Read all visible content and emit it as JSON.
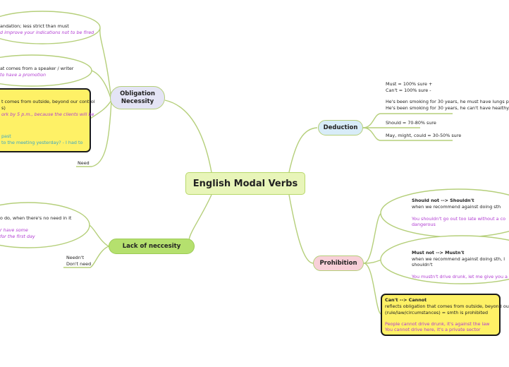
{
  "central": {
    "label": "English Modal Verbs"
  },
  "obligation": {
    "label_line1": "Obligation",
    "label_line2": "Necessity",
    "bubble1": {
      "line1": "andation; less strict than must",
      "line2": "d improve your indications not to be fired"
    },
    "bubble2": {
      "line1": "at comes from a speaker / writer",
      "line2": "to have a promotion"
    },
    "card": {
      "line1": "t comes from outside, beyond our control",
      "line2": "s)",
      "line3": "ork by 5 p.m., because the clients will be",
      "line4": "past",
      "line5": "to the meeting yesterday? - I had to"
    },
    "need_label": "Need"
  },
  "deduction": {
    "label": "Deduction",
    "group1": {
      "line1": "Must = 100% sure +",
      "line2": "Can't = 100% sure -",
      "line3": "He's been smoking for 30 years, he must have lungs p",
      "line4": "He's been smoking for 30 years, he can't have healthy"
    },
    "should": "Should = 70-80% sure",
    "may": "May, might, could = 30-50% sure"
  },
  "lack": {
    "label": "Lack of neccesity",
    "bubble": {
      "line1": "o do, when there's no need in it",
      "line2": "r have some",
      "line3": "for the first day"
    },
    "neednt_line1": "Needn't",
    "neednt_line2": "Don't need"
  },
  "prohibition": {
    "label": "Prohibition",
    "bubble1": {
      "title": "Should not --> Shouldn't",
      "line1": "when we recommend against doing sth",
      "ex1": "You shouldn't go out too late without a co",
      "ex2": "dangerous"
    },
    "bubble2": {
      "title": "Must not --> Mustn't",
      "line1": "when we recommend against doing sth, l",
      "line2": "shouldn't",
      "ex1": "You mustn't drive drunk, let me give you a"
    },
    "card": {
      "title": "Can't --> Cannot",
      "line1": "reflects obligation that comes from outside, beyond ou",
      "line2": "(rule/law/circumstances) = smth is prohibited",
      "ex1": "People cannot drive drunk, it's against the law",
      "ex2": "You cannot drive here, it's a private sector"
    }
  },
  "colors": {
    "obligation": "#e4e4f5",
    "deduction": "#d8ecf8",
    "lack": "#b5e06e",
    "prohibition": "#f8cfd8",
    "central": "#e8f5b9",
    "edge": "#b5cf7a",
    "card": "#fef166",
    "example_purple": "#b13cd2",
    "example_teal": "#3aa6c4"
  }
}
